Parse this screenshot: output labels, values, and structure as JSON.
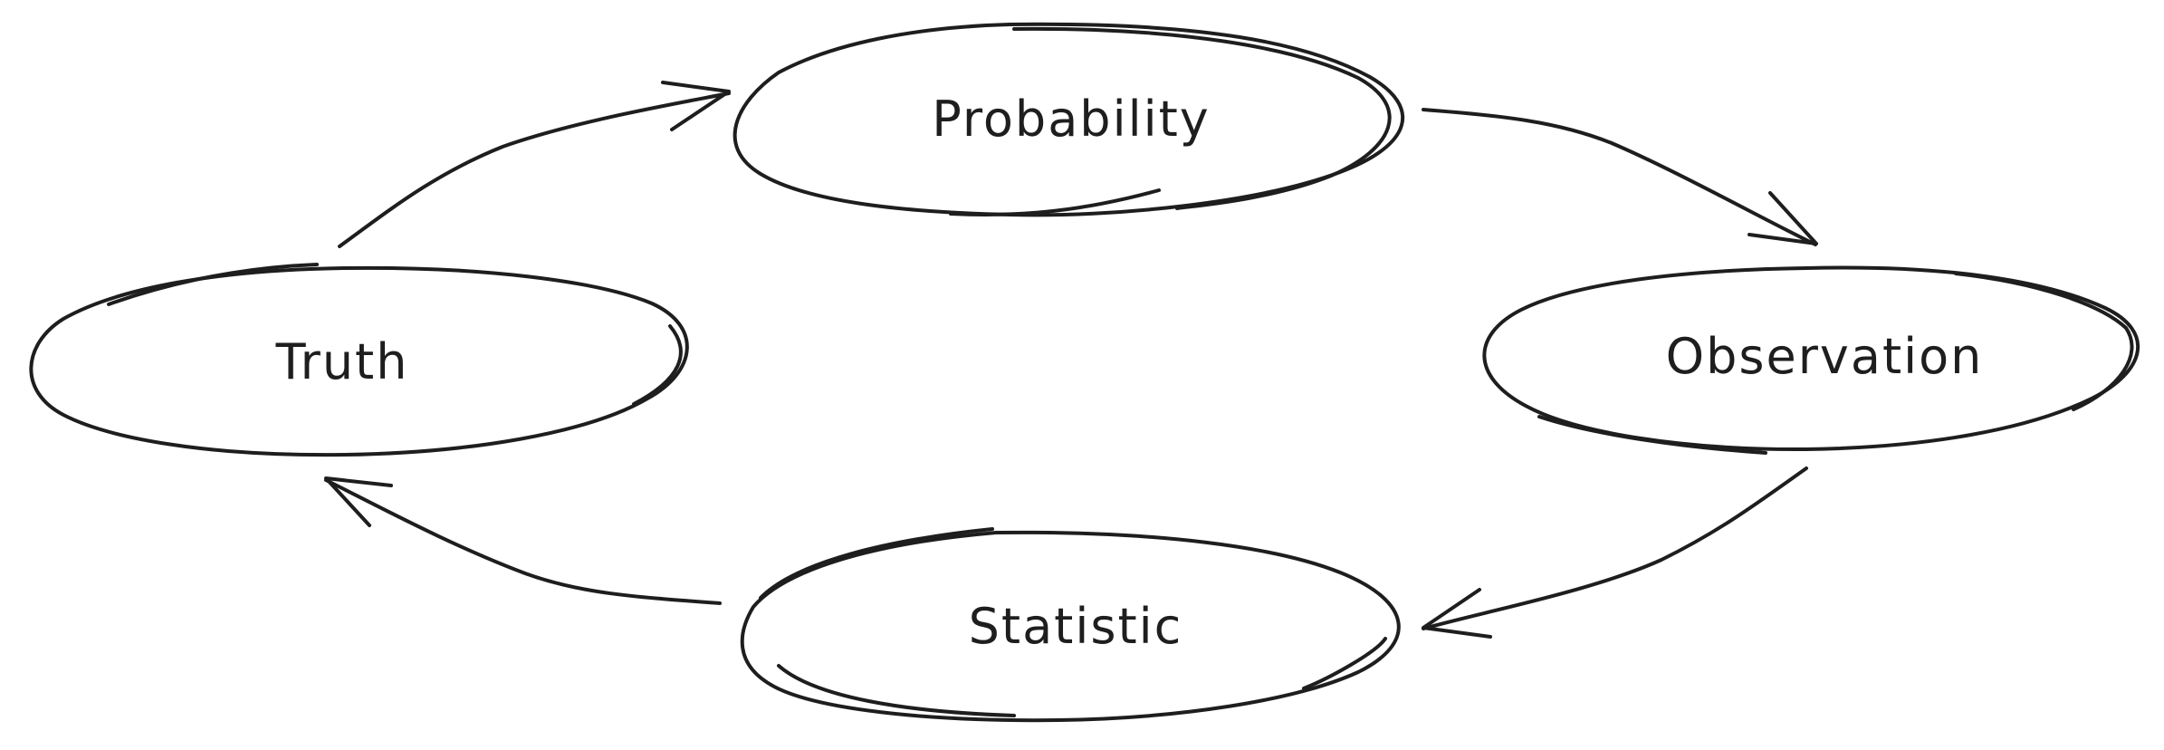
{
  "diagram": {
    "nodes": {
      "probability": "Probability",
      "observation": "Observation",
      "statistic": "Statistic",
      "truth": "Truth"
    },
    "stroke_color": "#1e1e1e",
    "background_color": "#ffffff"
  }
}
